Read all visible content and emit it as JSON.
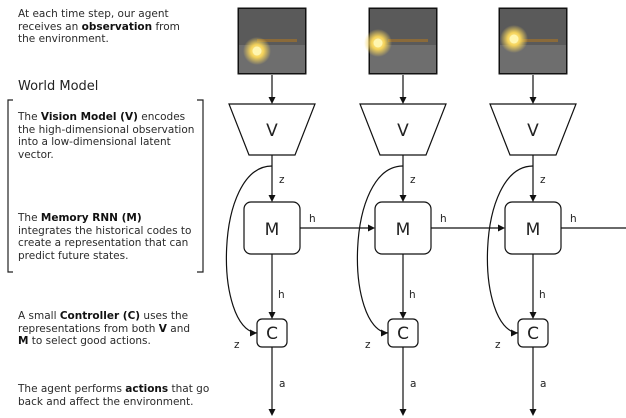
{
  "intro": {
    "pre": "At each time step, our agent receives an ",
    "bold": "observation",
    "post": " from the environment."
  },
  "section_title": "World Model",
  "vision_desc": {
    "pre": "The ",
    "bold": "Vision Model (V)",
    "post": " encodes the high-dimensional observation into a low-dimensional latent vector."
  },
  "memory_desc": {
    "pre": "The ",
    "bold": "Memory RNN (M)",
    "post": " integrates the historical codes to create a representation that can predict future states."
  },
  "controller_desc": {
    "pre": "A small ",
    "bold": "Controller (C)",
    "mid": " uses the representations from both ",
    "bold2": "V",
    "and": " and ",
    "bold3": "M",
    "post": " to select good actions."
  },
  "action_desc": {
    "pre": "The agent performs ",
    "bold": "actions",
    "post": " that go back and affect the environment."
  },
  "labels": {
    "vision": "V",
    "memory": "M",
    "controller": "C",
    "latent": "z",
    "hidden": "h",
    "action": "a"
  },
  "colors": {
    "frame_bg": "#5a5a5a",
    "frame_floor": "#6e6e6e",
    "fireball": "#f5d35a",
    "fireball_core": "#fff6b0",
    "stroke": "#111111"
  }
}
